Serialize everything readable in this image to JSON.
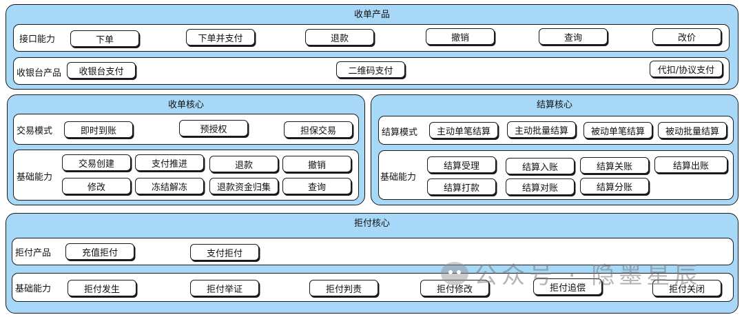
{
  "acquiring_product": {
    "title": "收单产品",
    "interface": {
      "label": "接口能力",
      "buttons": [
        "下单",
        "下单并支付",
        "退款",
        "撤销",
        "查询",
        "改价"
      ]
    },
    "cashier": {
      "label": "收银台产品",
      "buttons": [
        "收银台支付",
        "二维码支付",
        "代扣/协议支付"
      ]
    }
  },
  "acquiring_core": {
    "title": "收单核心",
    "mode": {
      "label": "交易模式",
      "buttons": [
        "即时到账",
        "预授权",
        "担保交易"
      ]
    },
    "basic": {
      "label": "基础能力",
      "buttons": [
        "交易创建",
        "支付推进",
        "退款",
        "撤销",
        "修改",
        "冻结解冻",
        "退款资金归集",
        "查询"
      ]
    }
  },
  "settlement_core": {
    "title": "结算核心",
    "mode": {
      "label": "结算模式",
      "buttons": [
        "主动单笔结算",
        "主动批量结算",
        "被动单笔结算",
        "被动批量结算"
      ]
    },
    "basic": {
      "label": "基础能力",
      "buttons": [
        "结算受理",
        "结算入账",
        "结算关账",
        "结算出账",
        "结算打款",
        "结算对账",
        "结算分账"
      ]
    }
  },
  "refusal_core": {
    "title": "拒付核心",
    "product": {
      "label": "拒付产品",
      "buttons": [
        "充值拒付",
        "支付拒付"
      ]
    },
    "basic": {
      "label": "基础能力",
      "buttons": [
        "拒付发生",
        "拒付举证",
        "拒付判责",
        "拒付修改",
        "拒付追偿",
        "拒付关闭"
      ]
    }
  },
  "watermark": "公众号 · 隐墨星辰",
  "colors": {
    "panel": "#a8d8f8",
    "row": "#ffffff",
    "stroke": "#1a1a1a"
  }
}
